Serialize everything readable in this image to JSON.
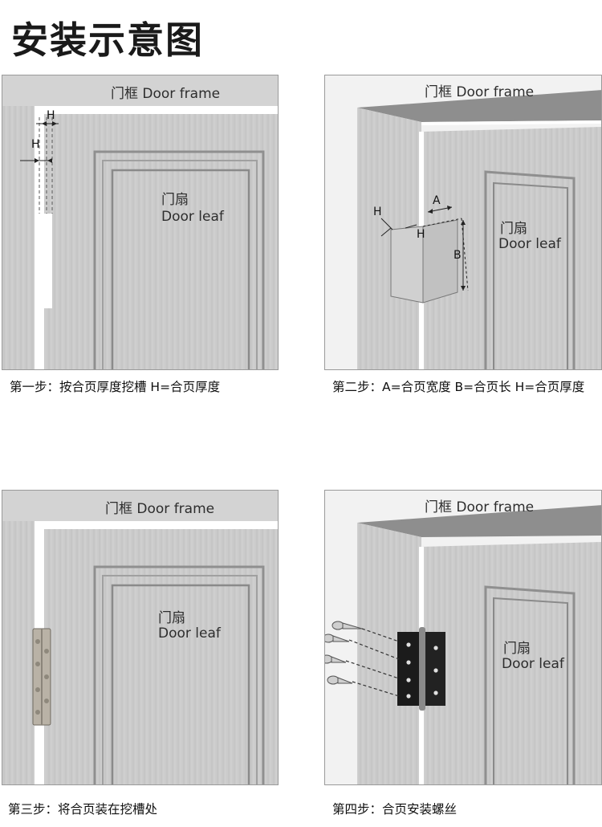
{
  "title": "安装示意图",
  "labels": {
    "frame": "门框 Door frame",
    "leaf_cn": "门扇",
    "leaf_en": "Door leaf"
  },
  "dimensions": {
    "a": "A",
    "b": "B",
    "h": "H"
  },
  "steps": [
    {
      "caption": "第一步：按合页厚度挖槽 H=合页厚度"
    },
    {
      "caption": "第二步：A=合页宽度 B=合页长 H=合页厚度"
    },
    {
      "caption": "第三步：将合页装在挖槽处"
    },
    {
      "caption": "第四步：合页安装螺丝"
    }
  ],
  "colors": {
    "door": "#c9c9c9",
    "frame": "#d6d6d6",
    "line": "#8a8a8a",
    "hinge_black": "#1b1b1b"
  }
}
